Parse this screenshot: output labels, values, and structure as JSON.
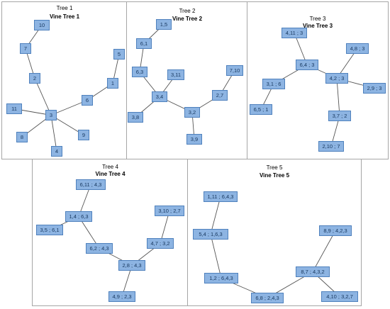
{
  "trees": [
    {
      "title": "Tree 1",
      "subtitle": "Vine Tree 1",
      "nodes": [
        {
          "id": "n10",
          "label": "10"
        },
        {
          "id": "n7",
          "label": "7"
        },
        {
          "id": "n5",
          "label": "5"
        },
        {
          "id": "n2",
          "label": "2"
        },
        {
          "id": "n1",
          "label": "1"
        },
        {
          "id": "n6",
          "label": "6"
        },
        {
          "id": "n11",
          "label": "11"
        },
        {
          "id": "n3",
          "label": "3"
        },
        {
          "id": "n8",
          "label": "8"
        },
        {
          "id": "n9",
          "label": "9"
        },
        {
          "id": "n4",
          "label": "4"
        }
      ],
      "edges": [
        [
          "n10",
          "n7"
        ],
        [
          "n7",
          "n2"
        ],
        [
          "n2",
          "n3"
        ],
        [
          "n11",
          "n3"
        ],
        [
          "n3",
          "n6"
        ],
        [
          "n6",
          "n1"
        ],
        [
          "n1",
          "n5"
        ],
        [
          "n3",
          "n8"
        ],
        [
          "n3",
          "n9"
        ],
        [
          "n3",
          "n4"
        ]
      ]
    },
    {
      "title": "Tree 2",
      "subtitle": "Vine Tree 2",
      "nodes": [
        {
          "id": "a15",
          "label": "1,5"
        },
        {
          "id": "a61",
          "label": "6,1"
        },
        {
          "id": "a63",
          "label": "6,3"
        },
        {
          "id": "a311",
          "label": "3,11"
        },
        {
          "id": "a710",
          "label": "7,10"
        },
        {
          "id": "a34",
          "label": "3,4"
        },
        {
          "id": "a27",
          "label": "2,7"
        },
        {
          "id": "a38",
          "label": "3,8"
        },
        {
          "id": "a32",
          "label": "3,2"
        },
        {
          "id": "a39",
          "label": "3,9"
        }
      ],
      "edges": [
        [
          "a15",
          "a61"
        ],
        [
          "a61",
          "a63"
        ],
        [
          "a63",
          "a34"
        ],
        [
          "a311",
          "a34"
        ],
        [
          "a34",
          "a38"
        ],
        [
          "a34",
          "a32"
        ],
        [
          "a32",
          "a27"
        ],
        [
          "a27",
          "a710"
        ],
        [
          "a32",
          "a39"
        ]
      ]
    },
    {
      "title": "Tree 3",
      "subtitle": "Vine Tree 3",
      "nodes": [
        {
          "id": "b4113",
          "label": "4,11 ; 3"
        },
        {
          "id": "b483",
          "label": "4,8 ; 3"
        },
        {
          "id": "b643",
          "label": "6,4 ; 3"
        },
        {
          "id": "b423",
          "label": "4,2 ; 3"
        },
        {
          "id": "b316",
          "label": "3,1 ; 6"
        },
        {
          "id": "b293",
          "label": "2,9 ; 3"
        },
        {
          "id": "b651",
          "label": "6,5 ; 1"
        },
        {
          "id": "b372",
          "label": "3,7 ; 2"
        },
        {
          "id": "b2107",
          "label": "2,10 ; 7"
        }
      ],
      "edges": [
        [
          "b4113",
          "b643"
        ],
        [
          "b643",
          "b316"
        ],
        [
          "b316",
          "b651"
        ],
        [
          "b643",
          "b423"
        ],
        [
          "b483",
          "b423"
        ],
        [
          "b423",
          "b293"
        ],
        [
          "b423",
          "b372"
        ],
        [
          "b372",
          "b2107"
        ]
      ]
    },
    {
      "title": "Tree 4",
      "subtitle": "Vine Tree 4",
      "nodes": [
        {
          "id": "c611",
          "label": "6,11 ; 4,3"
        },
        {
          "id": "c14",
          "label": "1,4 ; 6,3"
        },
        {
          "id": "c310",
          "label": "3,10 ; 2,7"
        },
        {
          "id": "c35",
          "label": "3,5 ; 6,1"
        },
        {
          "id": "c47",
          "label": "4,7 ; 3,2"
        },
        {
          "id": "c62",
          "label": "6,2 ; 4,3"
        },
        {
          "id": "c28",
          "label": "2,8 ; 4,3"
        },
        {
          "id": "c49",
          "label": "4,9 ; 2,3"
        }
      ],
      "edges": [
        [
          "c611",
          "c14"
        ],
        [
          "c14",
          "c35"
        ],
        [
          "c14",
          "c62"
        ],
        [
          "c62",
          "c28"
        ],
        [
          "c28",
          "c47"
        ],
        [
          "c47",
          "c310"
        ],
        [
          "c28",
          "c49"
        ]
      ]
    },
    {
      "title": "Tree 5",
      "subtitle": "Vine Tree 5",
      "nodes": [
        {
          "id": "d111",
          "label": "1,11 ; 6,4,3"
        },
        {
          "id": "d54",
          "label": "5,4 ; 1,6,3"
        },
        {
          "id": "d89",
          "label": "8,9 ; 4,2,3"
        },
        {
          "id": "d12",
          "label": "1,2 ; 6,4,3"
        },
        {
          "id": "d87",
          "label": "8,7 ; 4,3,2"
        },
        {
          "id": "d68",
          "label": "6,8 ; 2,4,3"
        },
        {
          "id": "d410",
          "label": "4,10 ; 3,2,7"
        }
      ],
      "edges": [
        [
          "d111",
          "d54"
        ],
        [
          "d54",
          "d12"
        ],
        [
          "d12",
          "d68"
        ],
        [
          "d68",
          "d87"
        ],
        [
          "d87",
          "d89"
        ],
        [
          "d87",
          "d410"
        ]
      ]
    }
  ]
}
